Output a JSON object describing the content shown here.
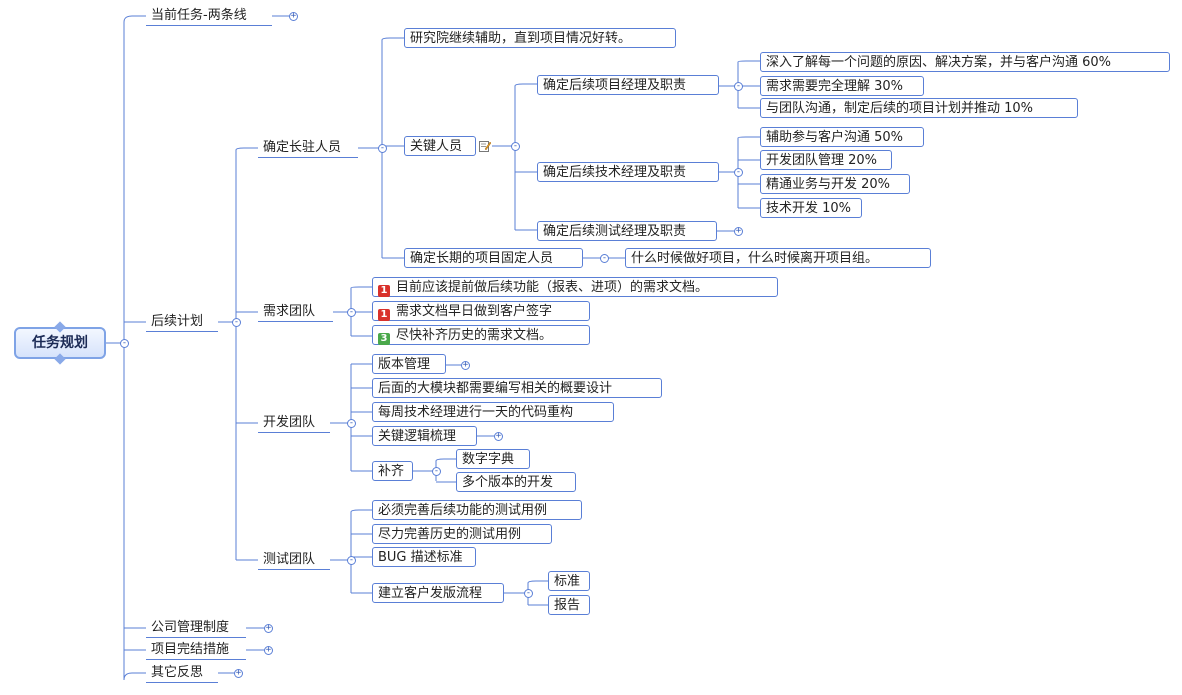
{
  "root": {
    "label": "任务规划"
  },
  "branches": {
    "current_task": "当前任务-两条线",
    "followup_plan": "后续计划",
    "company_rules": "公司管理制度",
    "project_close": "项目完结措施",
    "other_reflection": "其它反思"
  },
  "resident": {
    "label": "确定长驻人员",
    "institute": "研究院继续辅助，直到项目情况好转。",
    "key_people": "关键人员",
    "pm": "确定后续项目经理及职责",
    "pm_items": [
      "深入了解每一个问题的原因、解决方案，并与客户沟通 60%",
      "需求需要完全理解 30%",
      "与团队沟通，制定后续的项目计划并推动 10%"
    ],
    "tm": "确定后续技术经理及职责",
    "tm_items": [
      "辅助参与客户沟通 50%",
      "开发团队管理 20%",
      "精通业务与开发 20%",
      "技术开发 10%"
    ],
    "qa": "确定后续测试经理及职责",
    "fixed": "确定长期的项目固定人员",
    "fixed_note": "什么时候做好项目，什么时候离开项目组。"
  },
  "req_team": {
    "label": "需求团队",
    "items": [
      {
        "prio": "1",
        "text": "目前应该提前做后续功能（报表、进项）的需求文档。"
      },
      {
        "prio": "1",
        "text": "需求文档早日做到客户签字"
      },
      {
        "prio": "3",
        "text": "尽快补齐历史的需求文档。"
      }
    ]
  },
  "dev_team": {
    "label": "开发团队",
    "items": [
      "版本管理",
      "后面的大模块都需要编写相关的概要设计",
      "每周技术经理进行一天的代码重构",
      "关键逻辑梳理"
    ],
    "supplement": "补齐",
    "supplement_items": [
      "数字字典",
      "多个版本的开发"
    ]
  },
  "test_team": {
    "label": "测试团队",
    "items": [
      "必须完善后续功能的测试用例",
      "尽力完善历史的测试用例",
      "BUG 描述标准"
    ],
    "release": "建立客户发版流程",
    "release_items": [
      "标准",
      "报告"
    ]
  },
  "colors": {
    "line": "#5a7fd6",
    "prio_red": "#d9312b",
    "prio_green": "#4aa84a"
  },
  "icons": {
    "collapse": "minus-toggle",
    "expand": "plus-toggle",
    "note": "pencil-note-icon"
  }
}
